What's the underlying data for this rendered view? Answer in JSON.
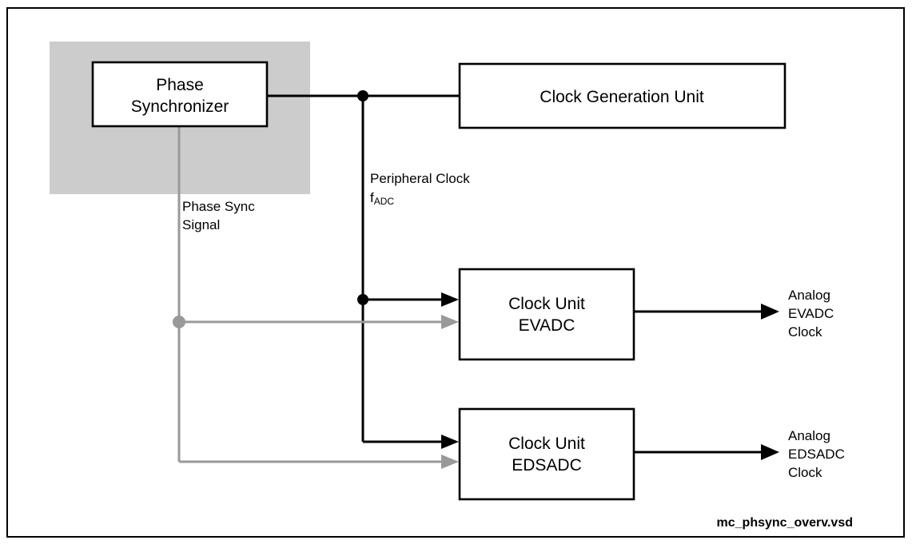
{
  "diagram": {
    "caption": "mc_phsync_overv.vsd",
    "colors": {
      "shaded_region": "#cccccc",
      "black_wire": "#000000",
      "gray_wire": "#999999",
      "box_fill": "#ffffff",
      "border": "#000000"
    },
    "blocks": [
      {
        "id": "phase-synchronizer",
        "line1": "Phase",
        "line2": "Synchronizer"
      },
      {
        "id": "clock-generation-unit",
        "line1": "Clock Generation Unit",
        "line2": ""
      },
      {
        "id": "clock-unit-evadc",
        "line1": "Clock Unit",
        "line2": "EVADC"
      },
      {
        "id": "clock-unit-edsadc",
        "line1": "Clock Unit",
        "line2": "EDSADC"
      }
    ],
    "signals": {
      "phase_sync_line1": "Phase Sync",
      "phase_sync_line2": "Signal",
      "peripheral_clock_line1": "Peripheral Clock",
      "peripheral_clock_symbol": "f",
      "peripheral_clock_subscript": "ADC"
    },
    "outputs": [
      {
        "id": "analog-evadc-clock",
        "line1": "Analog",
        "line2": "EVADC",
        "line3": "Clock"
      },
      {
        "id": "analog-edsadc-clock",
        "line1": "Analog",
        "line2": "EDSADC",
        "line3": "Clock"
      }
    ]
  }
}
